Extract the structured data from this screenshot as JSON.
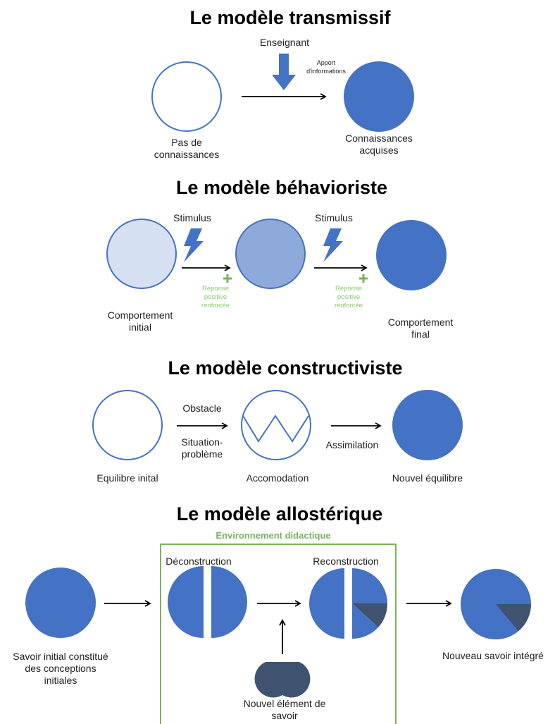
{
  "colors": {
    "blue": "#4472c4",
    "blue_light": "#d5e0f3",
    "blue_mid": "#8eaadb",
    "navy": "#3f5270",
    "green": "#7ab35a",
    "green_light": "#8cc56e"
  },
  "transmissif": {
    "title": "Le modèle transmissif",
    "teacher": "Enseignant",
    "apport_1": "Apport",
    "apport_2": "d'informations",
    "start_1": "Pas de",
    "start_2": "connaissances",
    "end_1": "Connaissances",
    "end_2": "acquises"
  },
  "behavioriste": {
    "title": "Le modèle béhavioriste",
    "stimulus_1": "Stimulus",
    "stimulus_2": "Stimulus",
    "reponse_a_1": "Réponse",
    "reponse_a_2": "positive",
    "reponse_a_3": "renforcée",
    "reponse_b_1": "Réponse",
    "reponse_b_2": "positive",
    "reponse_b_3": "renforcée",
    "initial_1": "Comportement",
    "initial_2": "initial",
    "final_1": "Comportement",
    "final_2": "final"
  },
  "constructiviste": {
    "title": "Le modèle constructiviste",
    "obstacle": "Obstacle",
    "situation_1": "Situation-",
    "situation_2": "problème",
    "assimilation": "Assimilation",
    "equilibre_initial": "Equilibre inital",
    "accomodation": "Accomodation",
    "nouvel_equilibre": "Nouvel équilibre"
  },
  "allosterique": {
    "title": "Le modèle allostérique",
    "environment": "Environnement didactique",
    "deconstruction": "Déconstruction",
    "reconstruction": "Reconstruction",
    "savoir_initial_1": "Savoir initial constitué",
    "savoir_initial_2": "des conceptions",
    "savoir_initial_3": "initiales",
    "nouvel_element_1": "Nouvel élément de",
    "nouvel_element_2": "savoir",
    "nouveau_savoir": "Nouveau savoir intégré"
  }
}
